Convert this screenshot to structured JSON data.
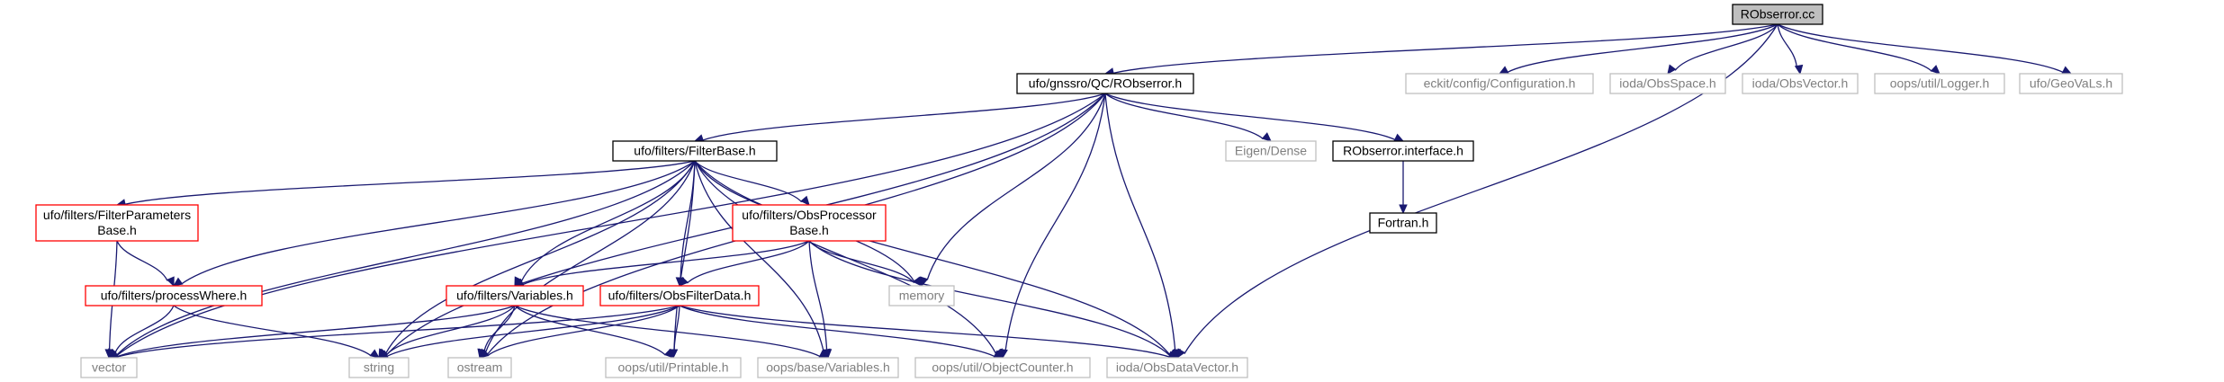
{
  "title": "RObserror.cc",
  "style": {
    "edge_color": "#191970",
    "root_fill": "#bfbfbf",
    "root_border": "#000000",
    "normal_border": "#000000",
    "red_border": "#ff0000",
    "gray_border": "#bfbfbf",
    "gray_text": "#7f7f7f",
    "text": "#000000"
  },
  "nodes": [
    {
      "id": "n0",
      "style": "root",
      "lines": [
        "RObserror.cc"
      ]
    },
    {
      "id": "n1",
      "style": "normal",
      "lines": [
        "ufo/gnssro/QC/RObserror.h"
      ]
    },
    {
      "id": "n2",
      "style": "gray",
      "lines": [
        "eckit/config/Configuration.h"
      ]
    },
    {
      "id": "n3",
      "style": "gray",
      "lines": [
        "ioda/ObsSpace.h"
      ]
    },
    {
      "id": "n4",
      "style": "gray",
      "lines": [
        "ioda/ObsVector.h"
      ]
    },
    {
      "id": "n5",
      "style": "gray",
      "lines": [
        "oops/util/Logger.h"
      ]
    },
    {
      "id": "n6",
      "style": "gray",
      "lines": [
        "ufo/GeoVaLs.h"
      ]
    },
    {
      "id": "n7",
      "style": "normal",
      "lines": [
        "ufo/filters/FilterBase.h"
      ]
    },
    {
      "id": "n8",
      "style": "gray",
      "lines": [
        "Eigen/Dense"
      ]
    },
    {
      "id": "n9",
      "style": "normal",
      "lines": [
        "RObserror.interface.h"
      ]
    },
    {
      "id": "n10",
      "style": "normal",
      "lines": [
        "Fortran.h"
      ]
    },
    {
      "id": "n11",
      "style": "red",
      "lines": [
        "ufo/filters/FilterParameters",
        "Base.h"
      ]
    },
    {
      "id": "n12",
      "style": "red",
      "lines": [
        "ufo/filters/ObsProcessor",
        "Base.h"
      ]
    },
    {
      "id": "n13",
      "style": "red",
      "lines": [
        "ufo/filters/processWhere.h"
      ]
    },
    {
      "id": "n14",
      "style": "red",
      "lines": [
        "ufo/filters/Variables.h"
      ]
    },
    {
      "id": "n15",
      "style": "red",
      "lines": [
        "ufo/filters/ObsFilterData.h"
      ]
    },
    {
      "id": "n16",
      "style": "gray",
      "lines": [
        "memory"
      ]
    },
    {
      "id": "n17",
      "style": "gray",
      "lines": [
        "vector"
      ]
    },
    {
      "id": "n18",
      "style": "gray",
      "lines": [
        "string"
      ]
    },
    {
      "id": "n19",
      "style": "gray",
      "lines": [
        "ostream"
      ]
    },
    {
      "id": "n20",
      "style": "gray",
      "lines": [
        "oops/util/Printable.h"
      ]
    },
    {
      "id": "n21",
      "style": "gray",
      "lines": [
        "oops/base/Variables.h"
      ]
    },
    {
      "id": "n22",
      "style": "gray",
      "lines": [
        "oops/util/ObjectCounter.h"
      ]
    },
    {
      "id": "n23",
      "style": "gray",
      "lines": [
        "ioda/ObsDataVector.h"
      ]
    }
  ],
  "edges": [
    [
      "n0",
      "n1"
    ],
    [
      "n0",
      "n23"
    ],
    [
      "n0",
      "n2"
    ],
    [
      "n0",
      "n3"
    ],
    [
      "n0",
      "n4"
    ],
    [
      "n0",
      "n5"
    ],
    [
      "n0",
      "n6"
    ],
    [
      "n1",
      "n17"
    ],
    [
      "n1",
      "n18"
    ],
    [
      "n1",
      "n19"
    ],
    [
      "n1",
      "n7"
    ],
    [
      "n1",
      "n16"
    ],
    [
      "n1",
      "n22"
    ],
    [
      "n1",
      "n23"
    ],
    [
      "n1",
      "n8"
    ],
    [
      "n1",
      "n9"
    ],
    [
      "n7",
      "n17"
    ],
    [
      "n7",
      "n18"
    ],
    [
      "n7",
      "n19"
    ],
    [
      "n7",
      "n11"
    ],
    [
      "n7",
      "n13"
    ],
    [
      "n7",
      "n14"
    ],
    [
      "n7",
      "n15"
    ],
    [
      "n7",
      "n12"
    ],
    [
      "n7",
      "n20"
    ],
    [
      "n7",
      "n21"
    ],
    [
      "n7",
      "n22"
    ],
    [
      "n7",
      "n16"
    ],
    [
      "n7",
      "n23"
    ],
    [
      "n9",
      "n10"
    ],
    [
      "n11",
      "n13"
    ],
    [
      "n11",
      "n17"
    ],
    [
      "n12",
      "n14"
    ],
    [
      "n12",
      "n15"
    ],
    [
      "n12",
      "n16"
    ],
    [
      "n12",
      "n21"
    ],
    [
      "n12",
      "n23"
    ],
    [
      "n13",
      "n17"
    ],
    [
      "n13",
      "n18"
    ],
    [
      "n14",
      "n17"
    ],
    [
      "n14",
      "n18"
    ],
    [
      "n14",
      "n19"
    ],
    [
      "n14",
      "n20"
    ],
    [
      "n14",
      "n21"
    ],
    [
      "n15",
      "n17"
    ],
    [
      "n15",
      "n18"
    ],
    [
      "n15",
      "n19"
    ],
    [
      "n15",
      "n20"
    ],
    [
      "n15",
      "n22"
    ],
    [
      "n15",
      "n23"
    ]
  ]
}
